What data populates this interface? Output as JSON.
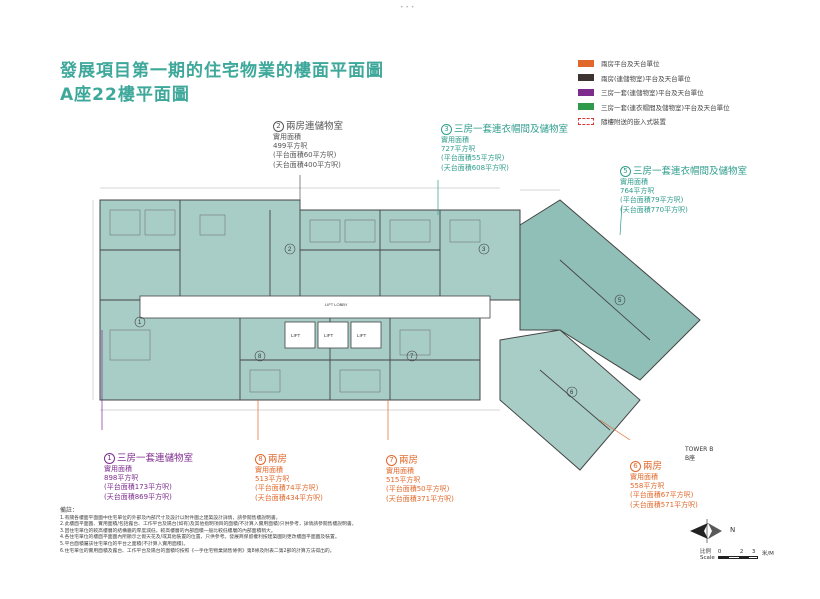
{
  "title_line1": "發展項目第一期的住宅物業的樓面平面圖",
  "title_line2": "A座22樓平面圖",
  "legend": [
    {
      "color": "#e0682a",
      "label": "兩房平台及天台單位"
    },
    {
      "color": "#3d3330",
      "label": "兩房(連儲物室)平台及天台單位"
    },
    {
      "color": "#7d2c8e",
      "label": "三房一套(連儲物室)平台及天台單位"
    },
    {
      "color": "#2e9a4a",
      "label": "三房一套(連衣帽間及儲物室)平台及天台單位"
    },
    {
      "color": "dashed",
      "label": "隨樓附送的嵌入式裝置"
    }
  ],
  "callouts": {
    "unit1": {
      "num": "1",
      "type": "三房一套連儲物室",
      "area_label": "實用面積",
      "area": "898平方呎",
      "flat": "(平台面積173平方呎)",
      "roof": "(天台面積869平方呎)"
    },
    "unit2": {
      "num": "2",
      "type": "兩房連儲物室",
      "area_label": "實用面積",
      "area": "499平方呎",
      "flat": "(平台面積60平方呎)",
      "roof": "(天台面積400平方呎)"
    },
    "unit3": {
      "num": "3",
      "type": "三房一套連衣帽間及儲物室",
      "area_label": "實用面積",
      "area": "727平方呎",
      "flat": "(平台面積55平方呎)",
      "roof": "(天台面積608平方呎)"
    },
    "unit5": {
      "num": "5",
      "type": "三房一套連衣帽間及儲物室",
      "area_label": "實用面積",
      "area": "764平方呎",
      "flat": "(平台面積79平方呎)",
      "roof": "(天台面積770平方呎)"
    },
    "unit6": {
      "num": "6",
      "type": "兩房",
      "area_label": "實用面積",
      "area": "558平方呎",
      "flat": "(平台面積67平方呎)",
      "roof": "(天台面積571平方呎)"
    },
    "unit7": {
      "num": "7",
      "type": "兩房",
      "area_label": "實用面積",
      "area": "515平方呎",
      "flat": "(平台面積50平方呎)",
      "roof": "(天台面積371平方呎)"
    },
    "unit8": {
      "num": "8",
      "type": "兩房",
      "area_label": "實用面積",
      "area": "513平方呎",
      "flat": "(平台面積74平方呎)",
      "roof": "(天台面積434平方呎)"
    }
  },
  "plan_labels": {
    "units": [
      "1",
      "2",
      "3",
      "5",
      "6",
      "7",
      "8"
    ],
    "lift_lobby": "LIFT LOBBY",
    "lift": "LIFT",
    "tower_b": "TOWER B",
    "tower_b_sub": "B座"
  },
  "notes": {
    "heading": "備註：",
    "items": [
      "1.有關各樓面平面圖中住宅單位的外部及內部尺寸及設計以附件圖之建築設計詳情，請參閱售樓說明書。",
      "2.此樓面平面圖、實用面積/包括露台、工作平台及陽台(如有)及其他指明項目的面積/不計算入實用面積)只供參考，詳情請參閱售樓說明書。",
      "3.因住宅單位的較高樓層的結構牆的厚度減低，較高樓層的內部面積一般比較低樓層的內部面積稍大。",
      "4.各住宅單位的樓面平面圖內所顯示之假天花及/或其他裝置的位置，只供參考。發展商保留權利按建築圖則更改樓面平面圖及裝置。",
      "5.平台面積屬該住宅單位的平台之面積(不計算入實用面積)。",
      "6.住宅單位的實用面積及露台、工作平台及陽台的面積均按照《一手住宅物業銷售條例》第8條及附表二第2部的計算方法得出的。"
    ]
  },
  "compass_label": "N",
  "scale": {
    "label": "比例",
    "label_en": "Scale",
    "ticks": [
      "0",
      "2",
      "3"
    ],
    "unit": "米/M"
  },
  "colors": {
    "teal": "#3ea89b",
    "unit_fill": "#a8cdc6",
    "unit_fill_dark": "#8fbfb6",
    "wall": "#444444"
  }
}
